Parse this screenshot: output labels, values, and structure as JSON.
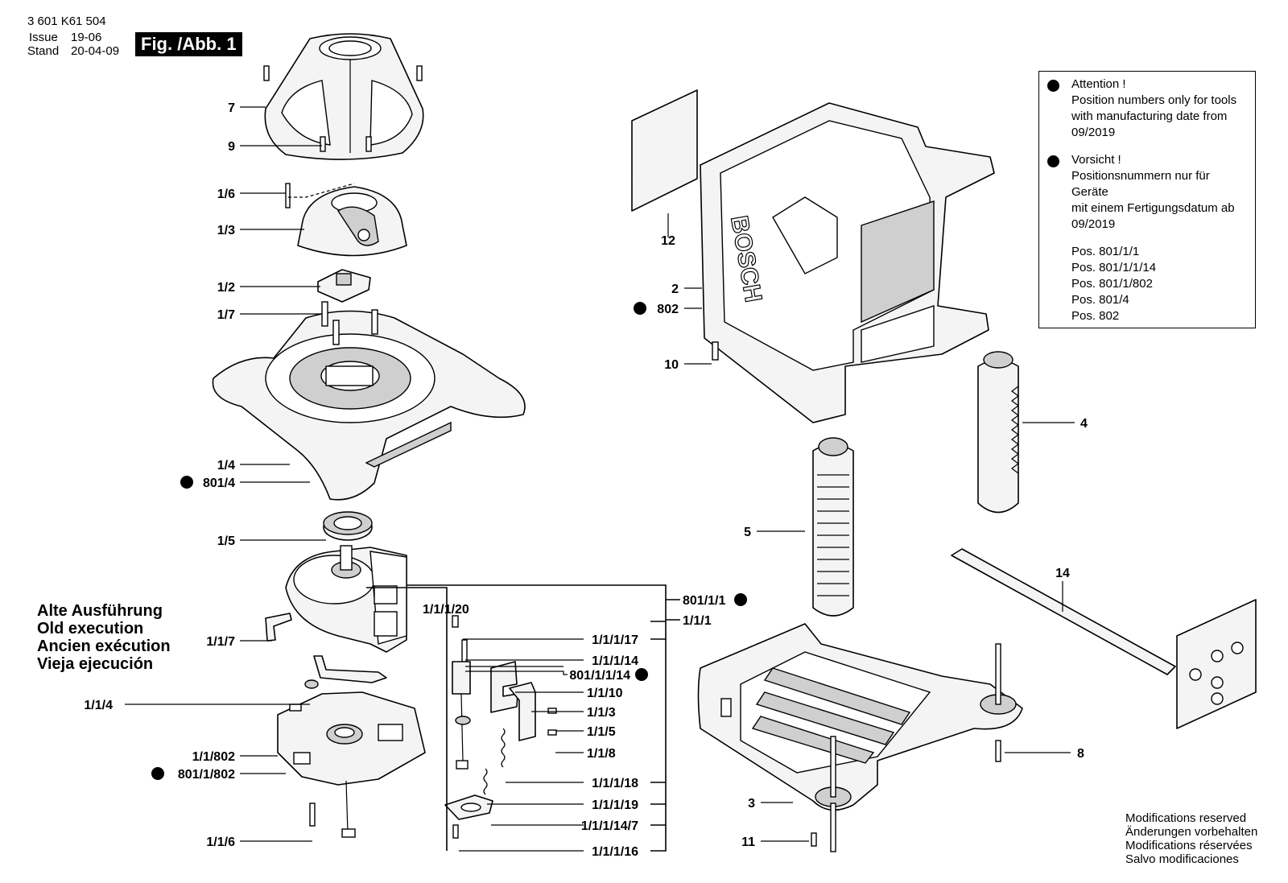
{
  "header": {
    "part_number": "3 601 K61 504",
    "issue_label": "Issue",
    "issue_value": "19-06",
    "stand_label": "Stand",
    "stand_value": "20-04-09",
    "figure_label": "Fig. /Abb. 1"
  },
  "old_execution": [
    "Alte Ausführung",
    "Old execution",
    "Ancien exécution",
    "Vieja ejecución"
  ],
  "notice": {
    "en_title": "Attention !",
    "en_body": [
      "Position numbers only for tools",
      "with manufacturing date from",
      "09/2019"
    ],
    "de_title": "Vorsicht !",
    "de_body": [
      "Positionsnummern nur für Geräte",
      "mit einem Fertigungsdatum ab",
      "09/2019"
    ],
    "positions": [
      "Pos. 801/1/1",
      "Pos. 801/1/1/14",
      "Pos. 801/1/802",
      "Pos. 801/4",
      "Pos. 802"
    ]
  },
  "modifications": [
    "Modifications reserved",
    "Änderungen vorbehalten",
    "Modifications réservées",
    "Salvo modificaciones"
  ],
  "callouts": {
    "c7": "7",
    "c9": "9",
    "c1_6": "1/6",
    "c1_3": "1/3",
    "c1_2": "1/2",
    "c1_7": "1/7",
    "c1_4": "1/4",
    "c801_4": "801/4",
    "c1_5": "1/5",
    "c1_1_1_20": "1/1/1/20",
    "c1_1_7": "1/1/7",
    "c1_1_4": "1/1/4",
    "c1_1_802": "1/1/802",
    "c801_1_802": "801/1/802",
    "c1_1_6": "1/1/6",
    "c1_1_1_17": "1/1/1/17",
    "c1_1_1_14": "1/1/1/14",
    "c801_1_1_14": "801/1/1/14",
    "c1_1_10": "1/1/10",
    "c1_1_3": "1/1/3",
    "c1_1_5": "1/1/5",
    "c1_1_8": "1/1/8",
    "c1_1_1_18": "1/1/1/18",
    "c1_1_1_19": "1/1/1/19",
    "c1_1_1_14_7": "1/1/1/14/7",
    "c1_1_1_16": "1/1/1/16",
    "c801_1_1": "801/1/1",
    "c1_1_1": "1/1/1",
    "c12": "12",
    "c2": "2",
    "c802": "802",
    "c10": "10",
    "c4": "4",
    "c5": "5",
    "c14": "14",
    "c8": "8",
    "c3": "3",
    "c11": "11"
  },
  "colors": {
    "ink": "#000000",
    "paper": "#ffffff",
    "part_fill": "#f4f4f4",
    "shade": "#cfcfcf"
  }
}
